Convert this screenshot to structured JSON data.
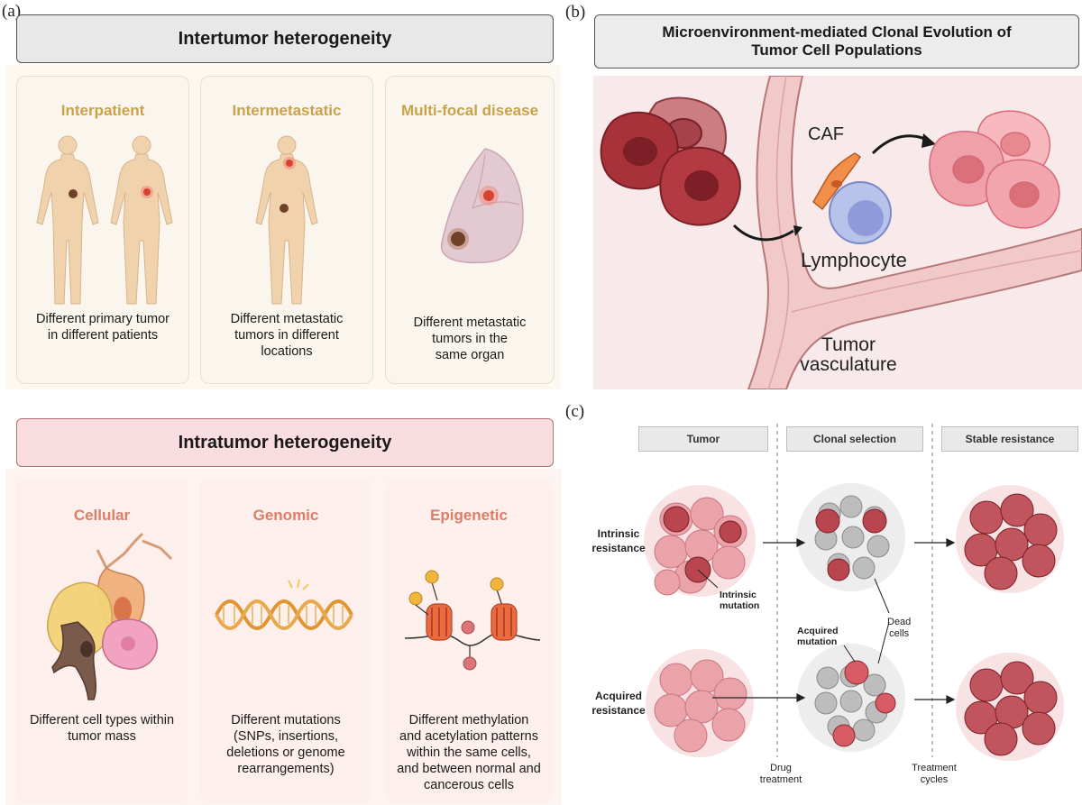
{
  "panel_labels": {
    "a": "(a)",
    "b": "(b)",
    "c": "(c)"
  },
  "panel_a": {
    "inter_header": "Intertumor heterogeneity",
    "inter_cards": [
      {
        "title": "Interpatient",
        "desc": [
          "Different primary tumor",
          "in different patients"
        ]
      },
      {
        "title": "Intermetastatic",
        "desc": [
          "Different metastatic",
          "tumors in different",
          "locations"
        ]
      },
      {
        "title": "Multi-focal disease",
        "desc": [
          "Different metastatic",
          "tumors in the",
          "same organ"
        ]
      }
    ],
    "intra_header": "Intratumor heterogeneity",
    "intra_cards": [
      {
        "title": "Cellular",
        "desc": [
          "Different cell types within",
          "tumor mass"
        ]
      },
      {
        "title": "Genomic",
        "desc": [
          "Different mutations",
          "(SNPs, insertions,",
          "deletions or genome",
          "rearrangements)"
        ]
      },
      {
        "title": "Epigenetic",
        "desc": [
          "Different methylation",
          "and acetylation patterns",
          "within the same cells,",
          "and between normal and",
          "cancerous cells"
        ]
      }
    ]
  },
  "panel_b": {
    "title": [
      "Microenvironment-mediated Clonal Evolution of",
      "Tumor Cell Populations"
    ],
    "caf_label": "CAF",
    "lymphocyte_label": "Lymphocyte",
    "vasculature_label": [
      "Tumor",
      "vasculature"
    ]
  },
  "panel_c": {
    "columns": [
      "Tumor",
      "Clonal selection",
      "Stable resistance"
    ],
    "rows": [
      [
        "Intrinsic",
        "resistance"
      ],
      [
        "Acquired",
        "resistance"
      ]
    ],
    "intrinsic_mutation": [
      "Intrinsic",
      "mutation"
    ],
    "acquired_mutation": [
      "Acquired",
      "mutation"
    ],
    "dead_cells": [
      "Dead",
      "cells"
    ],
    "drug_treatment": [
      "Drug",
      "treatment"
    ],
    "treatment_cycles": [
      "Treatment",
      "cycles"
    ]
  },
  "colors": {
    "inter_header_bg": "#e8e8e8",
    "intra_header_bg": "#f9dde0",
    "inter_title": "#c9a24a",
    "intra_title": "#d97f6a",
    "tumor_dark": "#a8323a",
    "tumor_pink": "#eea3a6",
    "vessel": "#f2c9c9",
    "body": "#f0d2ad"
  }
}
